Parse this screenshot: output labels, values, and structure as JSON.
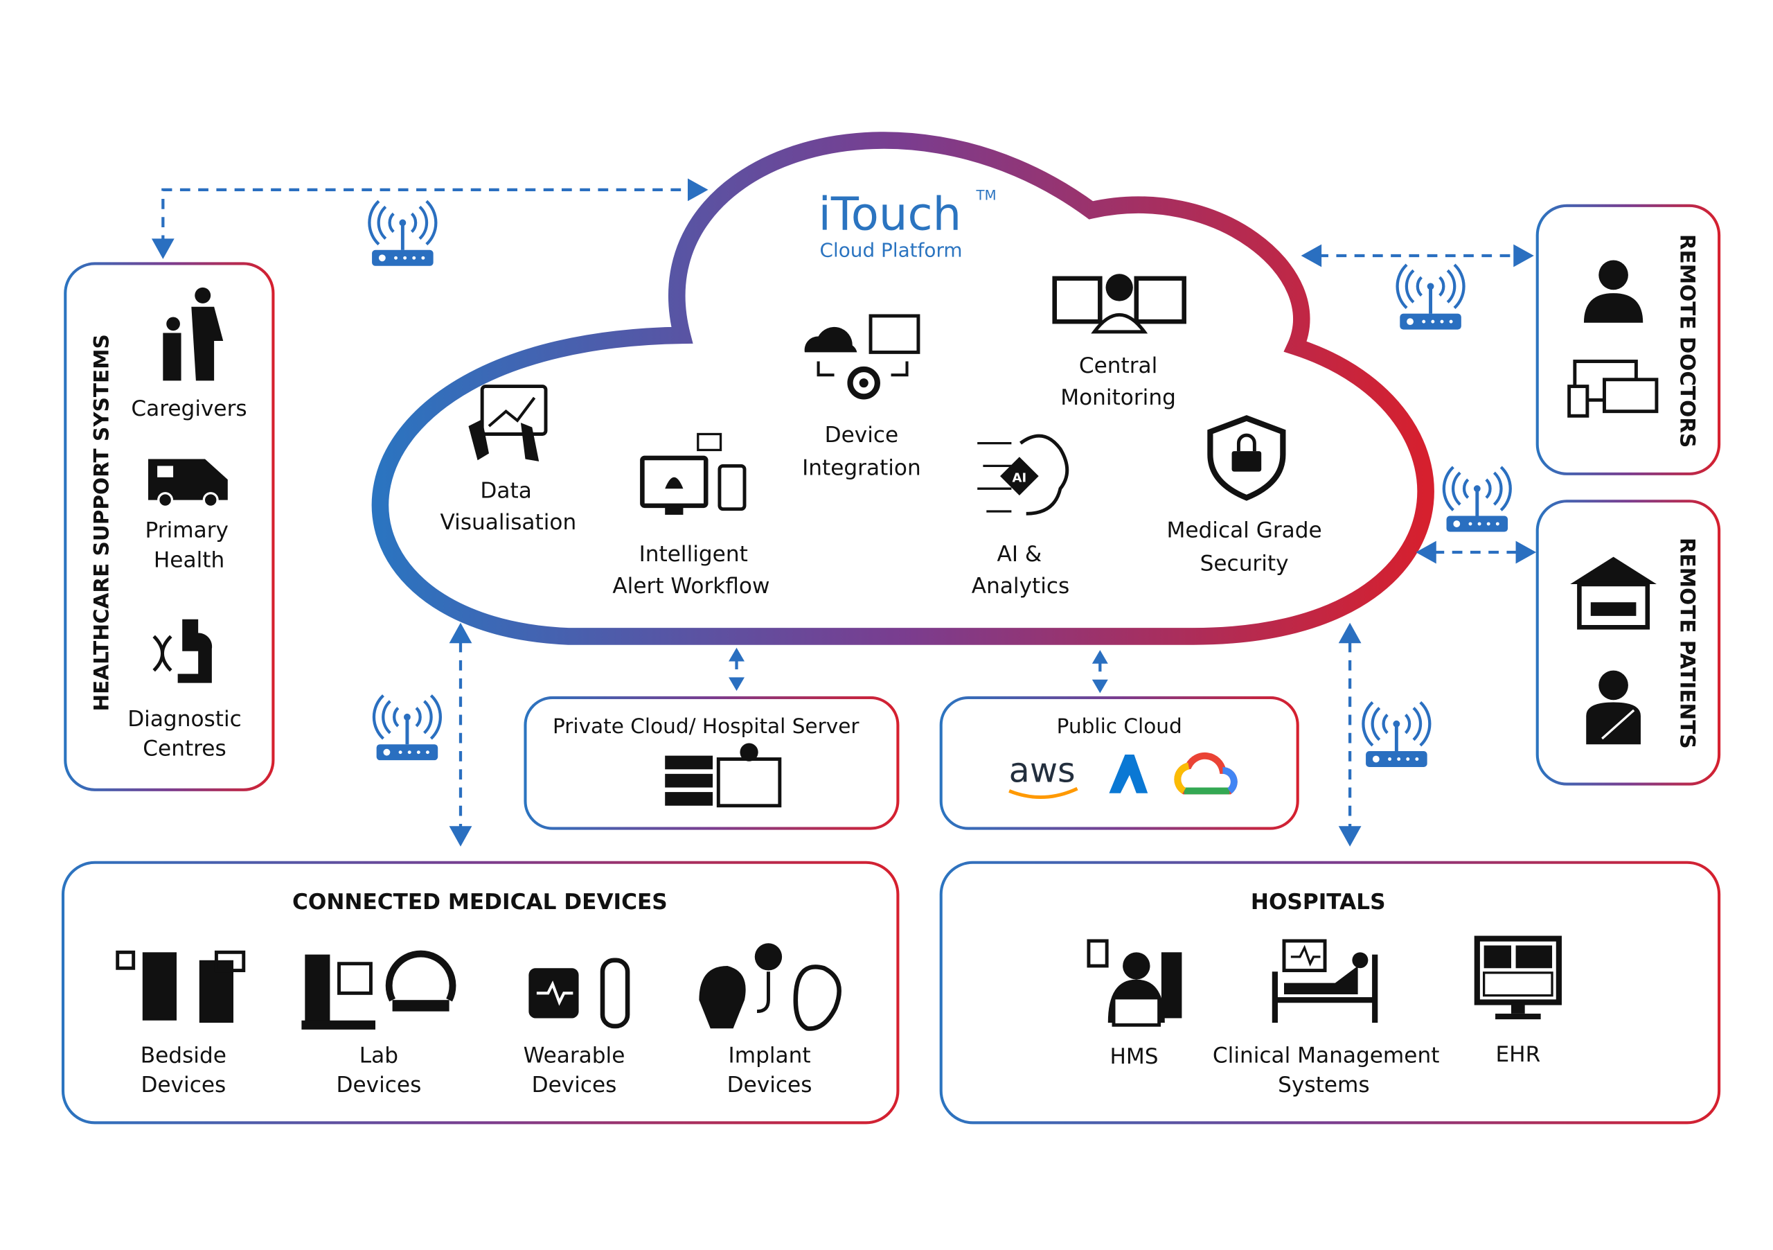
{
  "brand": {
    "name": "iTouch",
    "trademark": "TM",
    "subtitle": "Cloud Platform",
    "color": "#2b74c0"
  },
  "colors": {
    "gradient_start": "#2b74c0",
    "gradient_mid": "#7a3d8f",
    "gradient_end": "#d6202e",
    "arrow": "#2a6fc0"
  },
  "cloud_features": [
    {
      "icon": "data-visualisation-icon",
      "lines": [
        "Data",
        "Visualisation"
      ]
    },
    {
      "icon": "alert-workflow-icon",
      "lines": [
        "Intelligent",
        "Alert Workflow"
      ]
    },
    {
      "icon": "device-integration-icon",
      "lines": [
        "Device",
        "Integration"
      ]
    },
    {
      "icon": "central-monitoring-icon",
      "lines": [
        "Central",
        "Monitoring"
      ]
    },
    {
      "icon": "ai-brain-icon",
      "lines": [
        "AI &",
        "Analytics"
      ]
    },
    {
      "icon": "security-shield-icon",
      "lines": [
        "Medical Grade",
        "Security"
      ]
    }
  ],
  "healthcare_support": {
    "title": "HEALTHCARE SUPPORT SYSTEMS",
    "items": [
      {
        "icon": "caregivers-icon",
        "lines": [
          "Caregivers"
        ]
      },
      {
        "icon": "ambulance-icon",
        "lines": [
          "Primary",
          "Health"
        ]
      },
      {
        "icon": "diagnostic-icon",
        "lines": [
          "Diagnostic",
          "Centres"
        ]
      }
    ]
  },
  "remote_doctors": {
    "title": "REMOTE DOCTORS"
  },
  "remote_patients": {
    "title": "REMOTE PATIENTS"
  },
  "private_cloud": {
    "title": "Private Cloud/ Hospital Server"
  },
  "public_cloud": {
    "title": "Public Cloud",
    "providers": [
      "aws"
    ]
  },
  "connected_devices": {
    "title": "CONNECTED MEDICAL DEVICES",
    "items": [
      {
        "lines": [
          "Bedside",
          "Devices"
        ]
      },
      {
        "lines": [
          "Lab",
          "Devices"
        ]
      },
      {
        "lines": [
          "Wearable",
          "Devices"
        ]
      },
      {
        "lines": [
          "Implant",
          "Devices"
        ]
      }
    ]
  },
  "hospitals": {
    "title": "HOSPITALS",
    "items": [
      {
        "lines": [
          "HMS"
        ]
      },
      {
        "lines": [
          "Clinical Management",
          "Systems"
        ]
      },
      {
        "lines": [
          "EHR"
        ]
      }
    ]
  }
}
